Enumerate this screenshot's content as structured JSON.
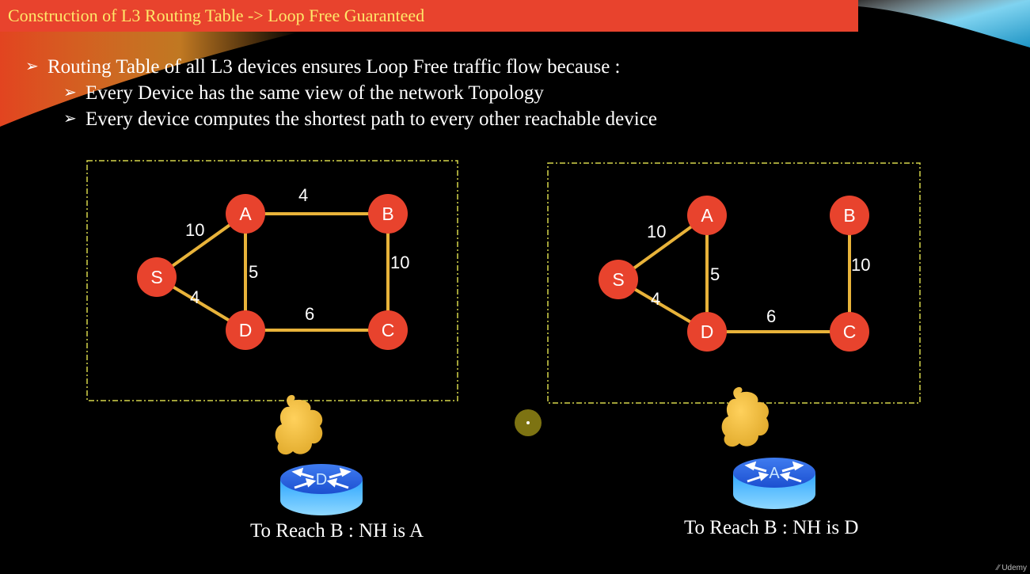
{
  "slide": {
    "title": "Construction of L3 Routing Table -> Loop Free Guaranteed",
    "bullets": [
      "Routing Table of all L3 devices ensures Loop Free traffic flow because :",
      "Every Device has the same view of the network Topology",
      "Every device computes the shortest path to every other reachable device"
    ],
    "colors": {
      "title_bg": "#e8432d",
      "title_text": "#ffe86a",
      "node": "#e8432d",
      "edge": "#e8b33a",
      "frame": "#d6d64a"
    }
  },
  "left_diagram": {
    "nodes": [
      "S",
      "A",
      "B",
      "C",
      "D"
    ],
    "edges": [
      {
        "from": "S",
        "to": "A",
        "weight": "10"
      },
      {
        "from": "A",
        "to": "B",
        "weight": "4"
      },
      {
        "from": "A",
        "to": "D",
        "weight": "5"
      },
      {
        "from": "B",
        "to": "C",
        "weight": "10"
      },
      {
        "from": "S",
        "to": "D",
        "weight": "4"
      },
      {
        "from": "D",
        "to": "C",
        "weight": "6"
      }
    ],
    "router_label": "D",
    "caption": "To Reach B : NH is A"
  },
  "right_diagram": {
    "nodes": [
      "S",
      "A",
      "B",
      "C",
      "D"
    ],
    "edges": [
      {
        "from": "S",
        "to": "A",
        "weight": "10"
      },
      {
        "from": "A",
        "to": "D",
        "weight": "5"
      },
      {
        "from": "B",
        "to": "C",
        "weight": "10"
      },
      {
        "from": "S",
        "to": "D",
        "weight": "4"
      },
      {
        "from": "D",
        "to": "C",
        "weight": "6"
      }
    ],
    "router_label": "A",
    "caption": "To Reach B : NH is D"
  },
  "watermark": "Udemy"
}
